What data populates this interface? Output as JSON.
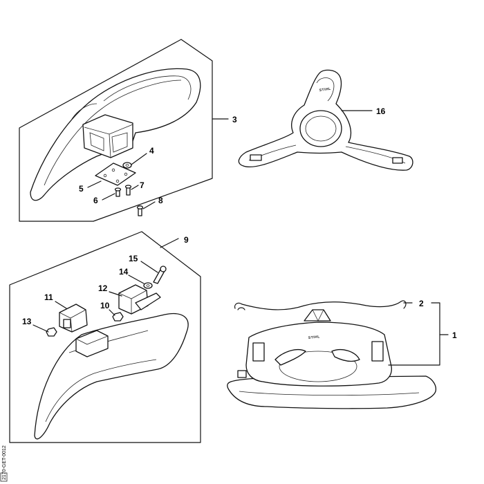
{
  "callouts": {
    "c1": "1",
    "c2": "2",
    "c3": "3",
    "c4": "4",
    "c5": "5",
    "c6": "6",
    "c7": "7",
    "c8": "8",
    "c9": "9",
    "c10": "10",
    "c11": "11",
    "c12": "12",
    "c13": "13",
    "c14": "14",
    "c15": "15",
    "c16": "16"
  },
  "brand_logo": "STIHL",
  "drawing_code": "2170-GET-0012"
}
